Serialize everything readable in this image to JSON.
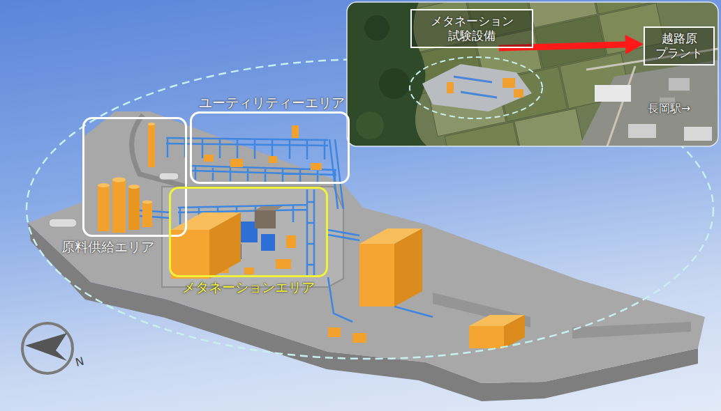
{
  "diagram": {
    "nodes": [
      {
        "text": [
          "メタネーション 試験設備"
        ]
      },
      {
        "text": [
          "越路原 プラント"
        ]
      },
      {
        "text": [
          "ユーティリティーエリア"
        ]
      },
      {
        "text": [
          "原料供給エリア"
        ]
      },
      {
        "text": [
          "メタネーションエリア"
        ]
      }
    ],
    "edges": [
      {
        "from": 0,
        "to": 1,
        "arrow": "to"
      }
    ],
    "labels": [
      "長岡駅→",
      "N"
    ]
  }
}
